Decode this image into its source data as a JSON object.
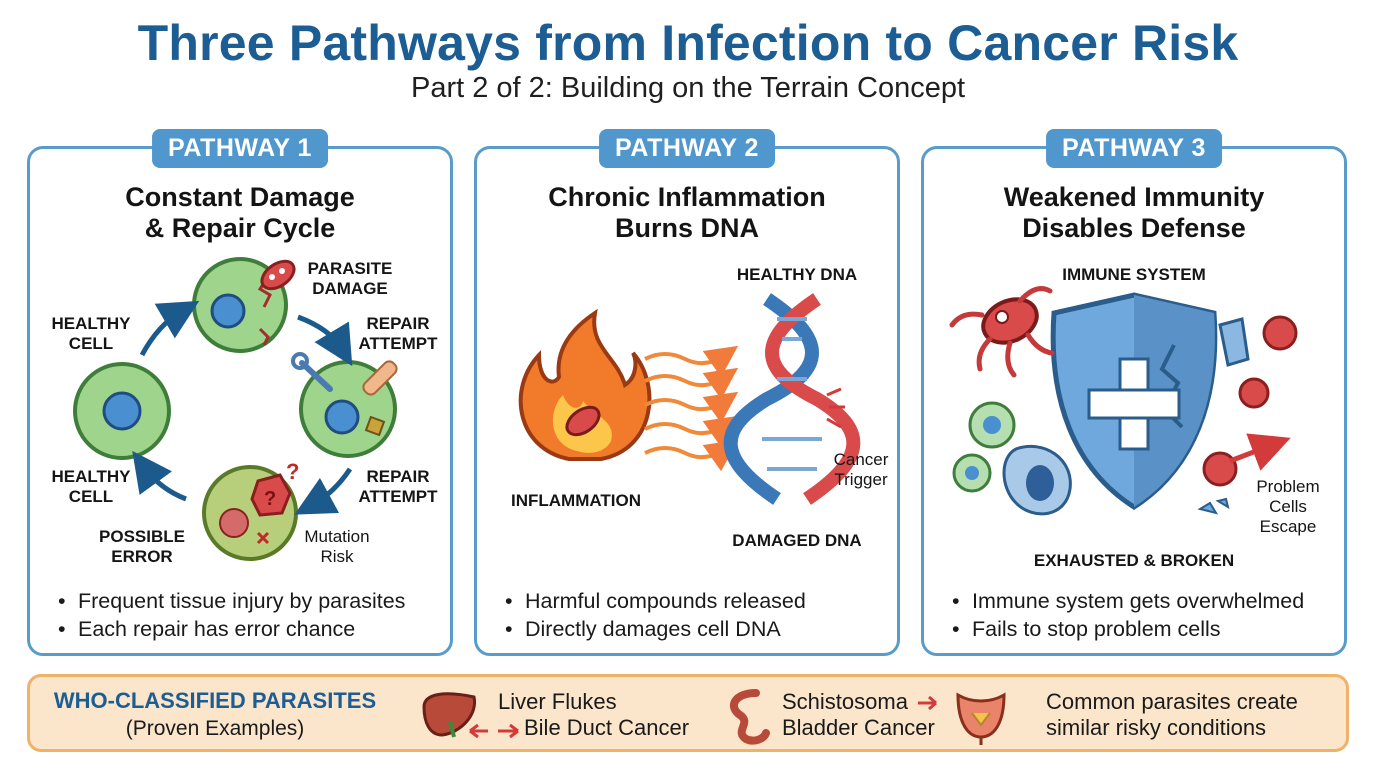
{
  "header": {
    "title": "Three Pathways from Infection to Cancer Risk",
    "subtitle": "Part 2 of 2: Building on the Terrain Concept"
  },
  "pathways": [
    {
      "badge": "PATHWAY 1",
      "title_line1": "Constant Damage",
      "title_line2": "& Repair Cycle",
      "labels": {
        "healthy_cell_top": "HEALTHY\nCELL",
        "parasite_damage": "PARASITE\nDAMAGE",
        "repair_attempt_top": "REPAIR\nATTEMPT",
        "healthy_cell_bottom": "HEALTHY\nCELL",
        "repair_attempt_bottom": "REPAIR\nATTEMPT",
        "possible_error": "POSSIBLE\nERROR",
        "mutation_risk": "Mutation\nRisk"
      },
      "bullets": [
        "Frequent tissue injury by parasites",
        "Each repair has error chance"
      ]
    },
    {
      "badge": "PATHWAY 2",
      "title_line1": "Chronic Inflammation",
      "title_line2": "Burns DNA",
      "labels": {
        "healthy_dna": "HEALTHY DNA",
        "inflammation": "INFLAMMATION",
        "cancer_trigger": "Cancer\nTrigger",
        "damaged_dna": "DAMAGED DNA"
      },
      "bullets": [
        "Harmful compounds released",
        "Directly damages cell DNA"
      ]
    },
    {
      "badge": "PATHWAY 3",
      "title_line1": "Weakened Immunity",
      "title_line2": "Disables Defense",
      "labels": {
        "immune_system": "IMMUNE SYSTEM",
        "exhausted_broken": "EXHAUSTED & BROKEN",
        "problem_cells_escape": "Problem\nCells\nEscape"
      },
      "bullets": [
        "Immune system gets overwhelmed",
        "Fails to stop problem cells"
      ]
    }
  ],
  "footer": {
    "heading": "WHO-CLASSIFIED PARASITES",
    "subheading": "(Proven Examples)",
    "example1_line1": "Liver Flukes",
    "example1_line2": "Bile Duct Cancer",
    "example2_line1": "Schistosoma",
    "example2_line2": "Bladder Cancer",
    "note_line1": "Common parasites create",
    "note_line2": "similar risky conditions"
  },
  "icons": [
    "liver-icon",
    "schistosoma-worm-icon",
    "bladder-icon",
    "shield-icon",
    "flame-icon",
    "dna-helix-icon",
    "parasite-icon",
    "wrench-icon",
    "bandage-icon"
  ],
  "colors": {
    "title_blue": "#1c5d93",
    "panel_border": "#5a9cc9",
    "badge_blue": "#4f97cc",
    "footer_bg": "#fbe6cc",
    "footer_border": "#efb268",
    "danger_red": "#d33a3a"
  }
}
